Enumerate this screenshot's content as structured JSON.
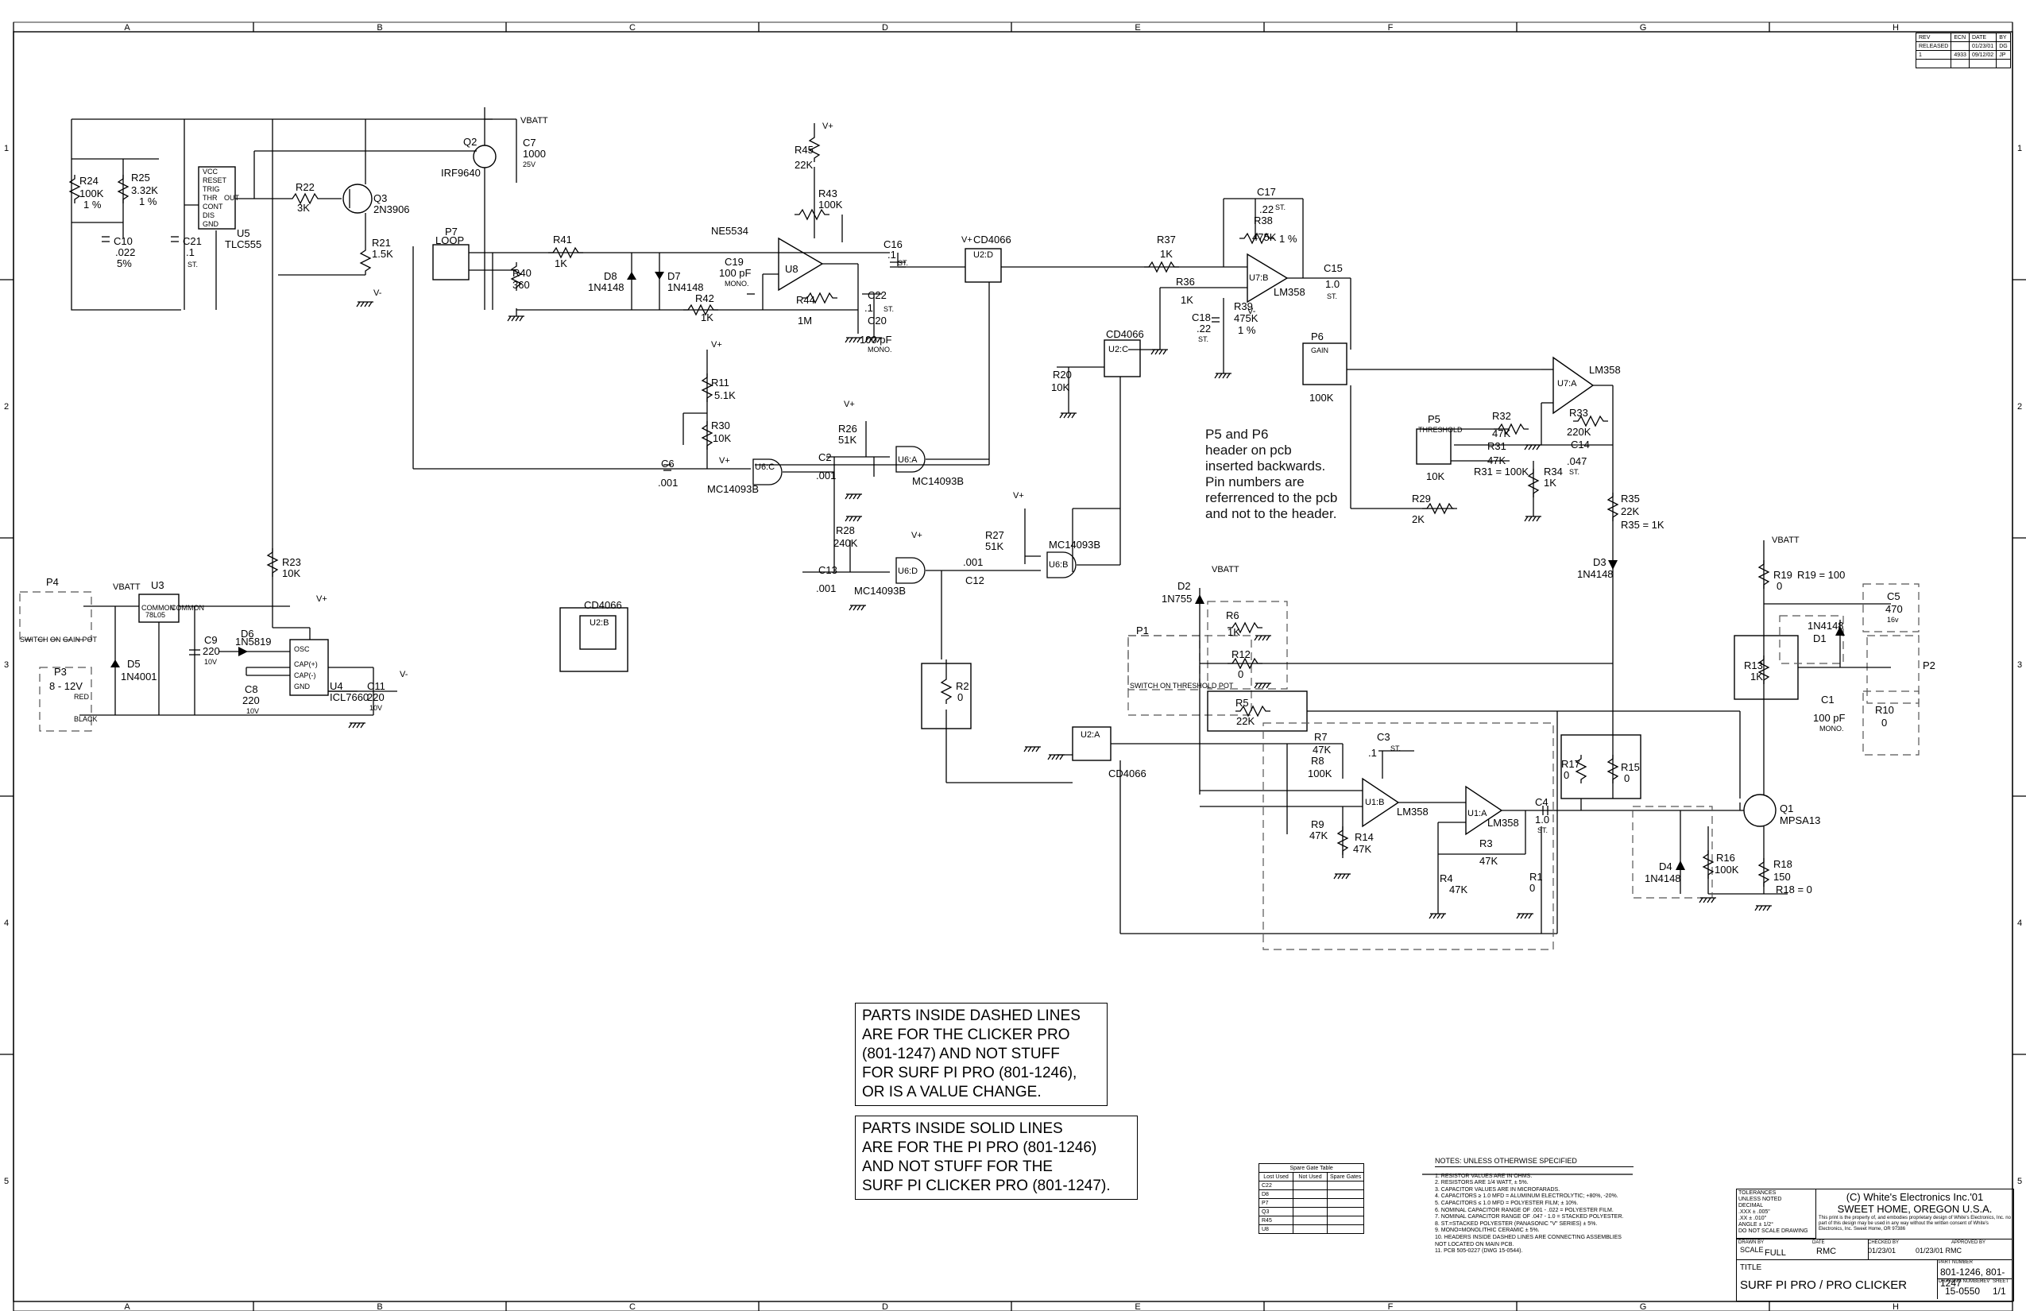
{
  "drawing": {
    "title": "SURF PI PRO / PRO CLICKER",
    "copyright": "(C) White's Electronics Inc.'01",
    "location": "SWEET HOME, OREGON  U.S.A.",
    "proprietary": "This print is the property of, and embodies proprietary design of White's Electronics, Inc. no part of this design may be used in any way without the written consent of White's Electronics, Inc. Sweet Home, OR 97386",
    "tolerances": [
      "TOLERANCES",
      "UNLESS NOTED",
      "DECIMAL",
      ".XXX ± .005\"",
      ".XX ± .010\"",
      "ANGLE ± 1/2°"
    ],
    "do_not_scale": "DO NOT SCALE DRAWING",
    "scale_label": "SCALE",
    "scale": "FULL",
    "drawn_by_label": "DRAWN BY",
    "drawn_by": "RMC",
    "date_label": "DATE",
    "date": "01/23/01",
    "checked_label": "CHECKED BY",
    "checked": "01/23/01  RMC",
    "approved_label": "APPROVED BY",
    "part_number_label": "PART NUMBER",
    "part_number": "801-1246, 801-1247",
    "title_label": "TITLE",
    "drawing_number_label": "DRAWING NUMBER",
    "drawing_number": "15-0550",
    "rev_label": "REV",
    "sheet_label": "SHEET",
    "sheet": "1/1"
  },
  "revisions": {
    "headers": [
      "REV",
      "ECN",
      "DATE",
      "BY"
    ],
    "rows": [
      [
        "RELEASED",
        "",
        "01/23/01",
        "DG"
      ],
      [
        "1",
        "4933",
        "09/12/02",
        "JP"
      ]
    ]
  },
  "grid": {
    "columns": [
      "A",
      "B",
      "C",
      "D",
      "E",
      "F",
      "G",
      "H"
    ],
    "rows": [
      "1",
      "2",
      "3",
      "4",
      "5"
    ]
  },
  "pcb_note": [
    "P5 and P6",
    "header on  pcb",
    "inserted  backwards.",
    "Pin numbers are",
    "referrenced to the pcb",
    "and not to the header."
  ],
  "dashed_note": [
    "PARTS INSIDE DASHED LINES",
    "ARE FOR THE CLICKER PRO",
    "(801-1247)  AND NOT STUFF",
    "FOR SURF PI PRO (801-1246),",
    "OR IS A VALUE CHANGE."
  ],
  "solid_note": [
    "PARTS INSIDE SOLID LINES",
    "ARE FOR THE PI PRO (801-1246)",
    "AND NOT STUFF FOR THE",
    "SURF PI CLICKER PRO (801-1247)."
  ],
  "spare_gate_table": {
    "title": "Spare Gate Table",
    "headers": [
      "Lost Used",
      "Not Used",
      "Spare Gates"
    ],
    "rows": [
      "C22",
      "D8",
      "P7",
      "Q3",
      "R45",
      "U8"
    ]
  },
  "notes": {
    "heading": "NOTES: UNLESS OTHERWISE SPECIFIED",
    "items": [
      "1.  RESISTOR VALUES ARE IN OHMS.",
      "2.  RESISTORS ARE 1/4 WATT, ± 5%.",
      "3.  CAPACITOR VALUES ARE IN MICROFARADS.",
      "4.  CAPACITORS ≥ 1.0 MFD = ALUMINUM ELECTROLYTIC; +80%, -20%.",
      "5.  CAPACITORS ≤ 1.0 MFD = POLYESTER FILM; ± 10%.",
      "6.  NOMINAL CAPACITOR RANGE OF .001 - .022 = POLYESTER FILM.",
      "7.  NOMINAL CAPACITOR RANGE OF .047 - 1.0 = STACKED POLYESTER.",
      "8.  ST.=STACKED POLYESTER (PANASONIC \"V\" SERIES) ± 5%.",
      "9.  MONO=MONOLITHIC CERAMIC ± 5%.",
      "10. HEADERS INSIDE DASHED LINES ARE CONNECTING ASSEMBLIES NOT LOCATED ON MAIN PCB.",
      "11. PCB 505-0227 (DWG 15-0544)."
    ]
  },
  "nets": {
    "vbatt": "VBATT",
    "vplus": "V+",
    "vminus": "V-"
  },
  "components": {
    "R24": [
      "R24",
      "100K",
      "1 %"
    ],
    "R25": [
      "R25",
      "3.32K",
      "1 %"
    ],
    "C10": [
      "C10",
      ".022",
      "5%"
    ],
    "C21": [
      "C21",
      ".1",
      "ST."
    ],
    "U5": [
      "U5",
      "TLC555"
    ],
    "U5pins": [
      "VCC",
      "RESET",
      "TRIG",
      "THR",
      "CONT",
      "DIS",
      "GND",
      "OUT"
    ],
    "R22": [
      "R22",
      "3K"
    ],
    "Q3": [
      "Q3",
      "2N3906"
    ],
    "R21": [
      "R21",
      "1.5K"
    ],
    "Q2": [
      "Q2",
      "IRF9640"
    ],
    "C7": [
      "C7",
      "1000",
      "25V"
    ],
    "P7": [
      "P7",
      "LOOP"
    ],
    "R40": [
      "R40",
      "360"
    ],
    "R41": [
      "R41",
      "1K"
    ],
    "D8": [
      "D8",
      "1N4148"
    ],
    "D7": [
      "D7",
      "1N4148"
    ],
    "R45": [
      "R45",
      "22K"
    ],
    "R43": [
      "R43",
      "100K"
    ],
    "U8": [
      "U8",
      "NE5534"
    ],
    "C19": [
      "C19",
      "100 pF",
      "MONO."
    ],
    "R42": [
      "R42",
      "1K"
    ],
    "R44": [
      "R44",
      "1M"
    ],
    "C22": [
      "C22",
      ".1",
      "ST."
    ],
    "C20": [
      "C20",
      "100 pF",
      "MONO."
    ],
    "C16": [
      "C16",
      ".1",
      "ST."
    ],
    "U2D": [
      "U2:D",
      "CD4066"
    ],
    "R37": [
      "R37",
      "1K"
    ],
    "R36": [
      "R36",
      "1K"
    ],
    "R39": [
      "R39",
      "475K",
      "1 %"
    ],
    "C18": [
      "C18",
      ".22",
      "ST."
    ],
    "U7B": [
      "U7:B",
      "LM358"
    ],
    "C17": [
      "C17",
      ".22",
      "ST."
    ],
    "R38": [
      "R38",
      "475K",
      "1 %"
    ],
    "C15": [
      "C15",
      "1.0",
      "ST."
    ],
    "U2C": [
      "U2:C",
      "CD4066"
    ],
    "R20": [
      "R20",
      "10K"
    ],
    "P6": [
      "P6",
      "GAIN",
      "100K"
    ],
    "U7A": [
      "U7:A",
      "LM358"
    ],
    "P5": [
      "P5",
      "THRESHOLD",
      "10K"
    ],
    "R32": [
      "R32",
      "47K"
    ],
    "R31": [
      "R31",
      "47K"
    ],
    "R31note": "R31 = 100K",
    "R33": [
      "R33",
      "220K"
    ],
    "C14": [
      "C14",
      ".047",
      "ST."
    ],
    "R34": [
      "R34",
      "1K"
    ],
    "R29": [
      "R29",
      "2K"
    ],
    "R35": [
      "R35",
      "22K"
    ],
    "R35note": "R35 = 1K",
    "D3": [
      "D3",
      "1N4148"
    ],
    "R11": [
      "R11",
      "5.1K"
    ],
    "R30": [
      "R30",
      "10K"
    ],
    "C6": [
      "C6",
      ".001"
    ],
    "U6C": [
      "U6:C",
      "MC14093B"
    ],
    "C2": [
      "C2",
      ".001"
    ],
    "R26": [
      "R26",
      "51K"
    ],
    "U6A": [
      "U6:A",
      "MC14093B"
    ],
    "R28": [
      "R28",
      "240K"
    ],
    "C13": [
      "C13",
      ".001"
    ],
    "U6D": [
      "U6:D",
      "MC14093B"
    ],
    "C12": [
      "C12",
      ".001"
    ],
    "R27": [
      "R27",
      "51K"
    ],
    "U6B": [
      "U6:B",
      "MC14093B"
    ],
    "P4": [
      "P4",
      "SWITCH ON GAIN POT"
    ],
    "U3": [
      "U3",
      "78L05",
      "COMMON",
      "OUT"
    ],
    "D5": [
      "D5",
      "1N4001"
    ],
    "P3": [
      "P3",
      "8 - 12V",
      "RED",
      "BLACK"
    ],
    "C9": [
      "C9",
      "220",
      "10V"
    ],
    "D6": [
      "D6",
      "1N5819"
    ],
    "C8": [
      "C8",
      "220",
      "10V"
    ],
    "U4": [
      "U4",
      "ICL7660"
    ],
    "U4pins": [
      "OSC",
      "CAP(+)",
      "CAP(-)",
      "GND"
    ],
    "C11": [
      "C11",
      "220",
      "10V"
    ],
    "R23": [
      "R23",
      "10K"
    ],
    "U2B": [
      "U2:B",
      "CD4066"
    ],
    "R2": [
      "R2",
      "0"
    ],
    "D2": [
      "D2",
      "1N755"
    ],
    "R6": [
      "R6",
      "1K"
    ],
    "P1": [
      "P1",
      "SWITCH ON THRESHOLD POT"
    ],
    "R12": [
      "R12",
      "0"
    ],
    "R5": [
      "R5",
      "22K"
    ],
    "U2A": [
      "U2:A",
      "CD4066"
    ],
    "R7": [
      "R7",
      "47K"
    ],
    "R8": [
      "R8",
      "100K"
    ],
    "C3": [
      "C3",
      ".1",
      "ST."
    ],
    "R9": [
      "R9",
      "47K"
    ],
    "U1B": [
      "U1:B",
      "LM358"
    ],
    "R14": [
      "R14",
      "47K"
    ],
    "U1A": [
      "U1:A",
      "LM358"
    ],
    "R3": [
      "R3",
      "47K"
    ],
    "R4": [
      "R4",
      "47K"
    ],
    "C4": [
      "C4",
      "1.0",
      "ST."
    ],
    "R1": [
      "R1",
      "0"
    ],
    "R17": [
      "R17",
      "0"
    ],
    "R15": [
      "R15",
      "0"
    ],
    "R19": [
      "R19",
      "0"
    ],
    "R19note": "R19 = 100",
    "C5": [
      "C5",
      "470",
      "16v"
    ],
    "D1": [
      "D1",
      "1N4148"
    ],
    "R13": [
      "R13",
      "1K"
    ],
    "P2": [
      "P2"
    ],
    "C1": [
      "C1",
      "100 pF",
      "MONO."
    ],
    "R10": [
      "R10",
      "0"
    ],
    "Q1": [
      "Q1",
      "MPSA13"
    ],
    "D4": [
      "D4",
      "1N4148"
    ],
    "R16": [
      "R16",
      "100K"
    ],
    "R18": [
      "R18",
      "150"
    ],
    "R18note": "R18 = 0"
  }
}
